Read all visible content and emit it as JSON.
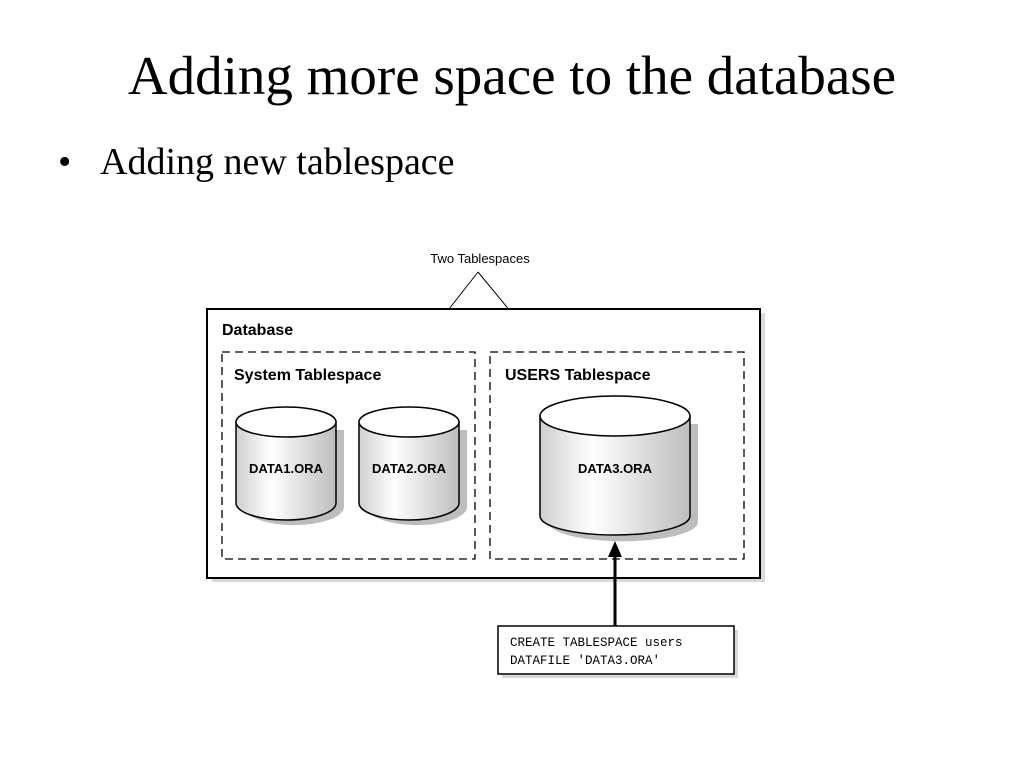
{
  "slide": {
    "title": "Adding more space to the database",
    "bullet_symbol": "•",
    "bullet": "Adding new tablespace"
  },
  "diagram": {
    "callout_label": "Two Tablespaces",
    "database_label": "Database",
    "tablespaces": [
      {
        "label": "System Tablespace",
        "datafiles": [
          "DATA1.ORA",
          "DATA2.ORA"
        ]
      },
      {
        "label": "USERS Tablespace",
        "datafiles": [
          "DATA3.ORA"
        ]
      }
    ],
    "command_lines": [
      "CREATE TABLESPACE users",
      "DATAFILE 'DATA3.ORA'"
    ]
  }
}
